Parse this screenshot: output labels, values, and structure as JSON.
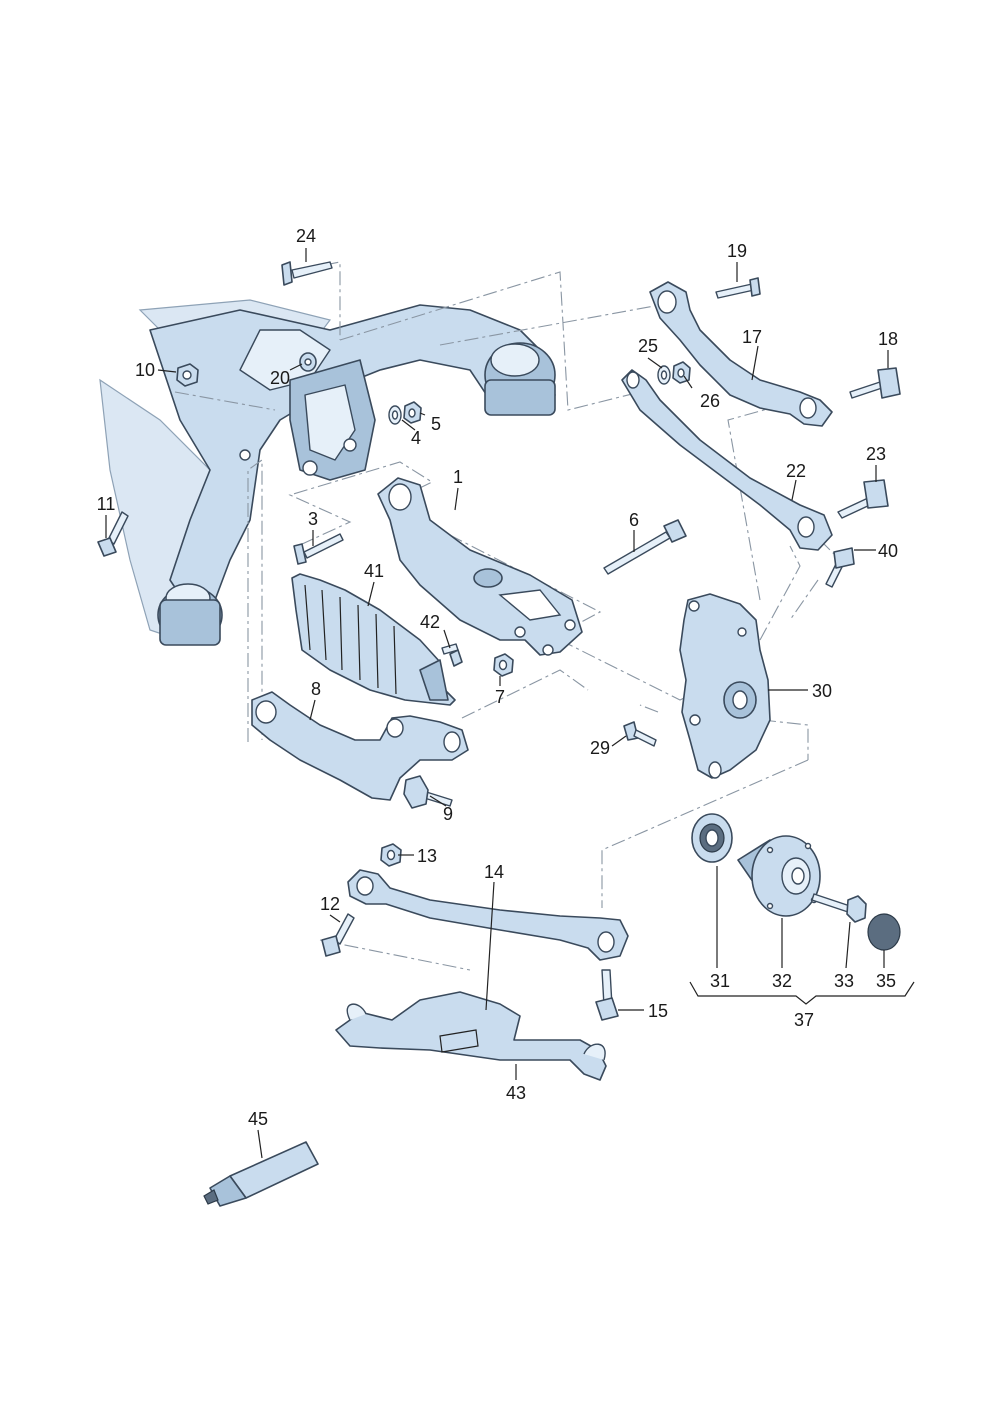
{
  "diagram": {
    "labels": [
      {
        "id": "p1",
        "text": "1"
      },
      {
        "id": "p3",
        "text": "3"
      },
      {
        "id": "p4",
        "text": "4"
      },
      {
        "id": "p5",
        "text": "5"
      },
      {
        "id": "p6",
        "text": "6"
      },
      {
        "id": "p7",
        "text": "7"
      },
      {
        "id": "p8",
        "text": "8"
      },
      {
        "id": "p9",
        "text": "9"
      },
      {
        "id": "p10",
        "text": "10"
      },
      {
        "id": "p11",
        "text": "11"
      },
      {
        "id": "p12",
        "text": "12"
      },
      {
        "id": "p13",
        "text": "13"
      },
      {
        "id": "p14",
        "text": "14"
      },
      {
        "id": "p15",
        "text": "15"
      },
      {
        "id": "p17",
        "text": "17"
      },
      {
        "id": "p18",
        "text": "18"
      },
      {
        "id": "p19",
        "text": "19"
      },
      {
        "id": "p20",
        "text": "20"
      },
      {
        "id": "p22",
        "text": "22"
      },
      {
        "id": "p23",
        "text": "23"
      },
      {
        "id": "p24",
        "text": "24"
      },
      {
        "id": "p25",
        "text": "25"
      },
      {
        "id": "p26",
        "text": "26"
      },
      {
        "id": "p29",
        "text": "29"
      },
      {
        "id": "p30",
        "text": "30"
      },
      {
        "id": "p31",
        "text": "31"
      },
      {
        "id": "p32",
        "text": "32"
      },
      {
        "id": "p33",
        "text": "33"
      },
      {
        "id": "p35",
        "text": "35"
      },
      {
        "id": "p37",
        "text": "37"
      },
      {
        "id": "p40",
        "text": "40"
      },
      {
        "id": "p41",
        "text": "41"
      },
      {
        "id": "p42",
        "text": "42"
      },
      {
        "id": "p43",
        "text": "43"
      },
      {
        "id": "p45",
        "text": "45"
      }
    ]
  }
}
